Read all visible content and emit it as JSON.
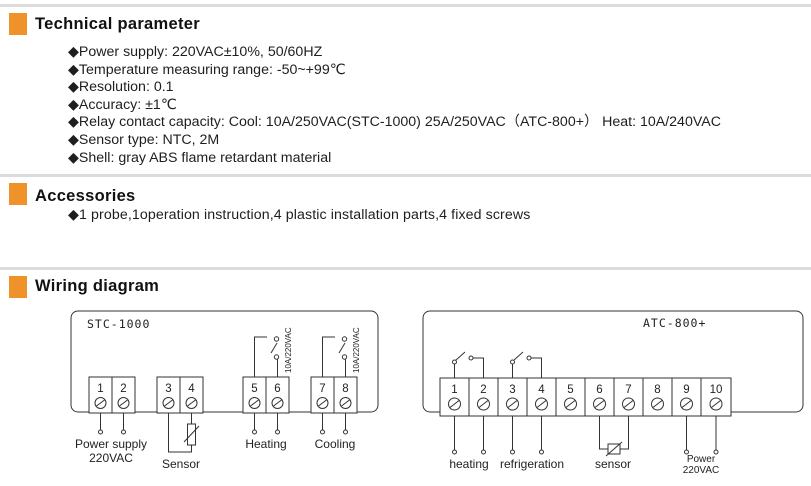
{
  "sections": {
    "technical": {
      "title": "Technical parameter"
    },
    "accessories": {
      "title": "Accessories"
    },
    "wiring": {
      "title": "Wiring diagram"
    }
  },
  "specs": [
    "◆Power supply: 220VAC±10%, 50/60HZ",
    "◆Temperature measuring range: -50~+99℃",
    "◆Resolution: 0.1",
    "◆Accuracy: ±1℃",
    "◆Relay contact capacity: Cool: 10A/250VAC(STC-1000)   25A/250VAC（ATC-800+） Heat: 10A/240VAC",
    "◆Sensor type: NTC, 2M",
    "◆Shell: gray ABS flame retardant material"
  ],
  "accessories_text": "◆1 probe,1operation instruction,4 plastic installation parts,4 fixed screws",
  "colors": {
    "accent": "#f0922a",
    "rule": "#dcdcdc",
    "line": "#333333"
  },
  "diagrams": {
    "stc": {
      "model": "STC-1000",
      "terminals": [
        "1",
        "2",
        "3",
        "4",
        "5",
        "6",
        "7",
        "8"
      ],
      "relay_rating_heat": "10A/220VAC",
      "relay_rating_cool": "10A/220VAC",
      "labels": {
        "power_line1": "Power supply",
        "power_line2": "220VAC",
        "sensor": "Sensor",
        "heating": "Heating",
        "cooling": "Cooling"
      }
    },
    "atc": {
      "model": "ATC-800+",
      "terminals": [
        "1",
        "2",
        "3",
        "4",
        "5",
        "6",
        "7",
        "8",
        "9",
        "10"
      ],
      "labels": {
        "heating": "heating",
        "refrigeration": "refrigeration",
        "sensor": "sensor",
        "power_line1": "Power",
        "power_line2": "220VAC"
      }
    }
  }
}
